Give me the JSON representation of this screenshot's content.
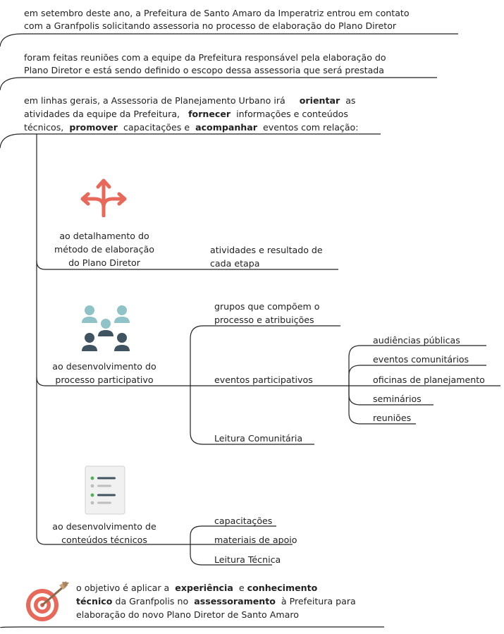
{
  "intro": {
    "line1": "em setembro deste ano, a Prefeitura de Santo Amaro da Imperatriz entrou em contato",
    "line2": "com a Granfpolis solicitando assessoria no processo de elaboração do Plano Diretor"
  },
  "meetings": {
    "line1": "foram feitas reuniões com a equipe da Prefeitura responsável pela elaboração do",
    "line2": "Plano Diretor e está sendo definido o escopo dessa assessoria que será prestada"
  },
  "general": {
    "l1_a": "em linhas gerais, a Assessoria de Planejamento Urbano irá",
    "l1_b": "orientar",
    "l1_c": "as",
    "l2_a": "atividades da equipe da Prefeitura,",
    "l2_b": "fornecer",
    "l2_c": "informações e conteúdos",
    "l3_a": "técnicos,",
    "l3_b": "promover",
    "l3_c": "capacitações e",
    "l3_d": "acompanhar",
    "l3_e": "eventos com relação:"
  },
  "branches": {
    "method": {
      "line1": "ao detalhamento do",
      "line2": "método de elaboração",
      "line3": "do Plano Diretor",
      "child1_line1": "atividades e resultado de",
      "child1_line2": "cada etapa",
      "icon": "split-arrows-icon"
    },
    "participatory": {
      "line1": "ao desenvolvimento do",
      "line2": "processo participativo",
      "groups_line1": "grupos que compõem o",
      "groups_line2": "processo e atribuições",
      "events": "eventos participativos",
      "reading": "Leitura Comunitária",
      "event_types": [
        "audiências públicas",
        "eventos comunitários",
        "oficinas de planejamento",
        "seminários",
        "reuniões"
      ],
      "icon": "people-group-icon"
    },
    "technical": {
      "line1": "ao desenvolvimento de",
      "line2": "conteúdos técnicos",
      "items": [
        "capacitações",
        "materiais de apoio",
        "Leitura Técnica"
      ],
      "icon": "checklist-icon"
    }
  },
  "objective": {
    "l1_a": "o objetivo é aplicar a",
    "l1_b": "experiência",
    "l1_c": "e",
    "l1_d": "conhecimento",
    "l2_a": "técnico",
    "l2_b": "da Granfpolis no",
    "l2_c": "assessoramento",
    "l2_d": "à Prefeitura para",
    "l3": "elaboração do novo Plano Diretor de Santo Amaro",
    "icon": "target-icon"
  },
  "colors": {
    "line": "#222222",
    "arrow": "#e8685a",
    "teal": "#8fc3c8",
    "slate": "#3f5460",
    "target_red": "#e8685a",
    "check_green": "#4caf50"
  }
}
